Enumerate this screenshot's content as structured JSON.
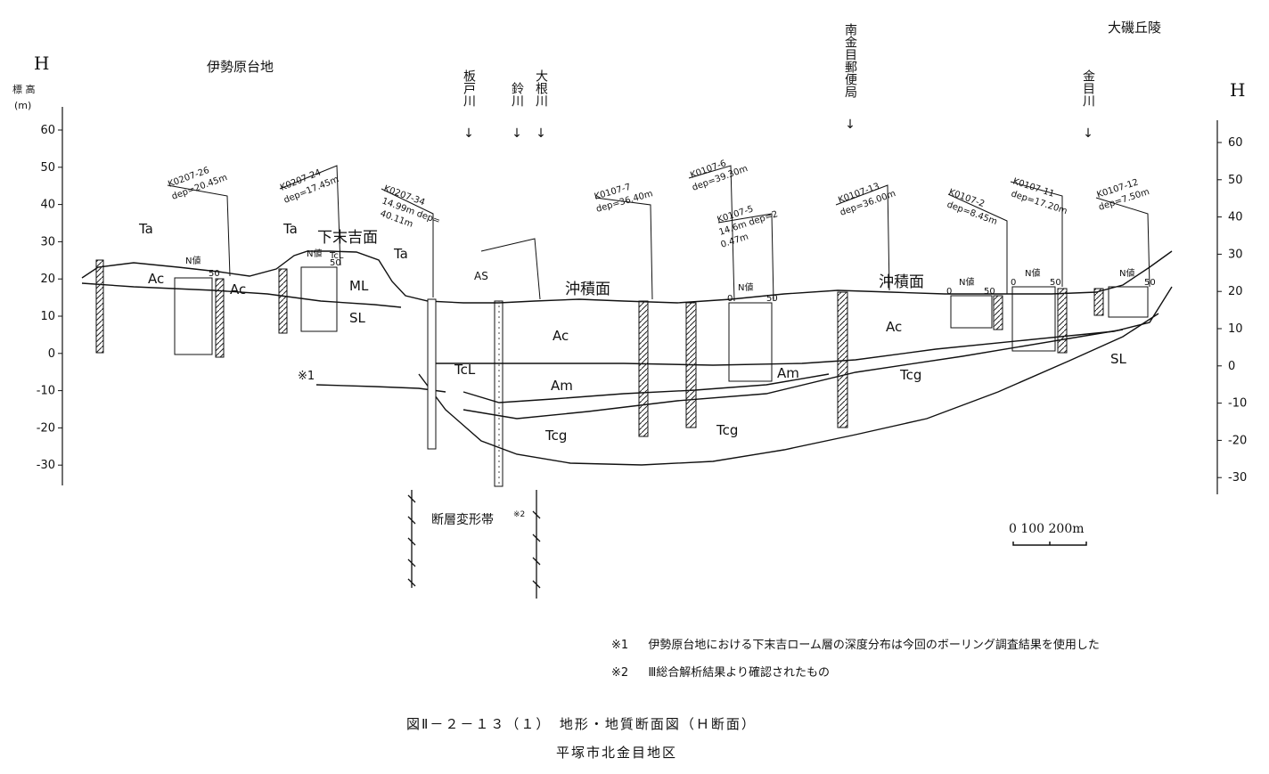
{
  "header": {
    "h_left": "H",
    "h_right": "H",
    "y_title": "標 高",
    "y_unit": "(m)",
    "place_left": "伊勢原台地",
    "place_right": "大磯丘陵"
  },
  "axis": {
    "left_ticks": [
      "60",
      "50",
      "40",
      "30",
      "20",
      "10",
      "0",
      "-10",
      "-20",
      "-30"
    ],
    "right_ticks": [
      "60",
      "50",
      "40",
      "30",
      "20",
      "10",
      "0",
      "-10",
      "-20",
      "-30"
    ]
  },
  "rivers": [
    {
      "name": "板戸川"
    },
    {
      "name": "鈴川"
    },
    {
      "name": "大根川"
    },
    {
      "name": "南金目郵便局"
    },
    {
      "name": "金目川"
    }
  ],
  "boreholes": [
    {
      "id": "K0207-26",
      "dep": "dep=20.45m"
    },
    {
      "id": "K0207-24",
      "dep": "dep=17.45m"
    },
    {
      "id": "K0207-34",
      "dep": "14.99m dep=",
      "dep2": "40.11m"
    },
    {
      "id": "K0107-7",
      "dep": "dep=36.40m"
    },
    {
      "id": "K0107-6",
      "dep": "dep=39.30m"
    },
    {
      "id": "K0107-5",
      "dep": "14.6m dep=2",
      "dep2": "0.47m"
    },
    {
      "id": "K0107-13",
      "dep": "dep=36.00m"
    },
    {
      "id": "K0107-2",
      "dep": "dep=8.45m"
    },
    {
      "id": "K0107-11",
      "dep": "dep=17.20m"
    },
    {
      "id": "K0107-12",
      "dep": "dep=7.50m"
    }
  ],
  "nvalue": {
    "label": "N値",
    "zero": "0",
    "fifty": "50"
  },
  "layers": {
    "ta1": "Ta",
    "ta2": "Ta",
    "ta3": "Ta",
    "ac1": "Ac",
    "ac2": "Ac",
    "ac3": "Ac",
    "ac4": "Ac",
    "ml": "ML",
    "sl1": "SL",
    "sl2": "SL",
    "tcl1": "TcL",
    "tcl2": "TcL",
    "am1": "Am",
    "am2": "Am",
    "tcg1": "Tcg",
    "tcg2": "Tcg",
    "tcg3": "Tcg",
    "as": "AS"
  },
  "surfaces": {
    "shimosueyoshi": "下末吉面",
    "chuseki1": "沖積面",
    "chuseki2": "沖積面"
  },
  "annotations": {
    "mark1": "※1",
    "fault_zone": "断層変形帯",
    "fault_sup": "※2"
  },
  "scale": {
    "labels": "0  100  200m"
  },
  "notes": [
    {
      "mark": "※1",
      "text": "伊勢原台地における下末吉ローム層の深度分布は今回のボーリング調査結果を使用した"
    },
    {
      "mark": "※2",
      "text": "Ⅲ総合解析結果より確認されたもの"
    }
  ],
  "caption": {
    "title": "図Ⅱ－２－１３（１）　地形・地質断面図（Ｈ断面）",
    "subtitle": "平塚市北金目地区"
  }
}
